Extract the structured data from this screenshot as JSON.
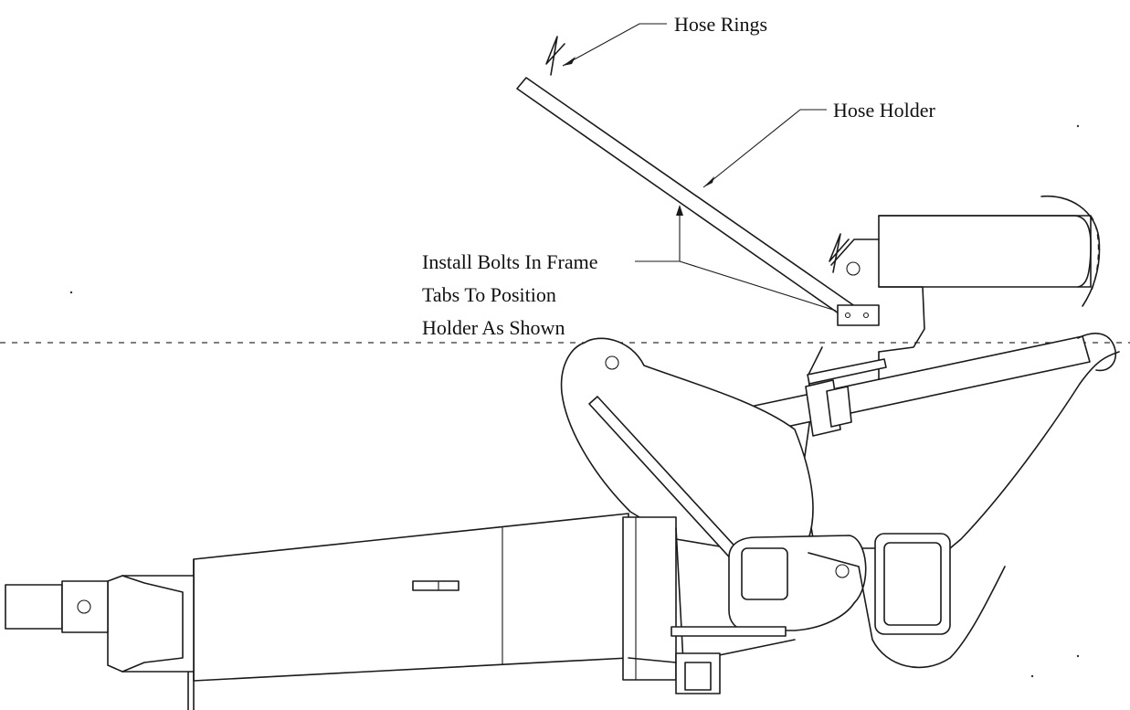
{
  "labels": {
    "hose_rings": "Hose Rings",
    "hose_holder": "Hose Holder",
    "install_line_1": "Install Bolts In Frame",
    "install_line_2": "Tabs To Position",
    "install_line_3": "Holder As Shown"
  }
}
